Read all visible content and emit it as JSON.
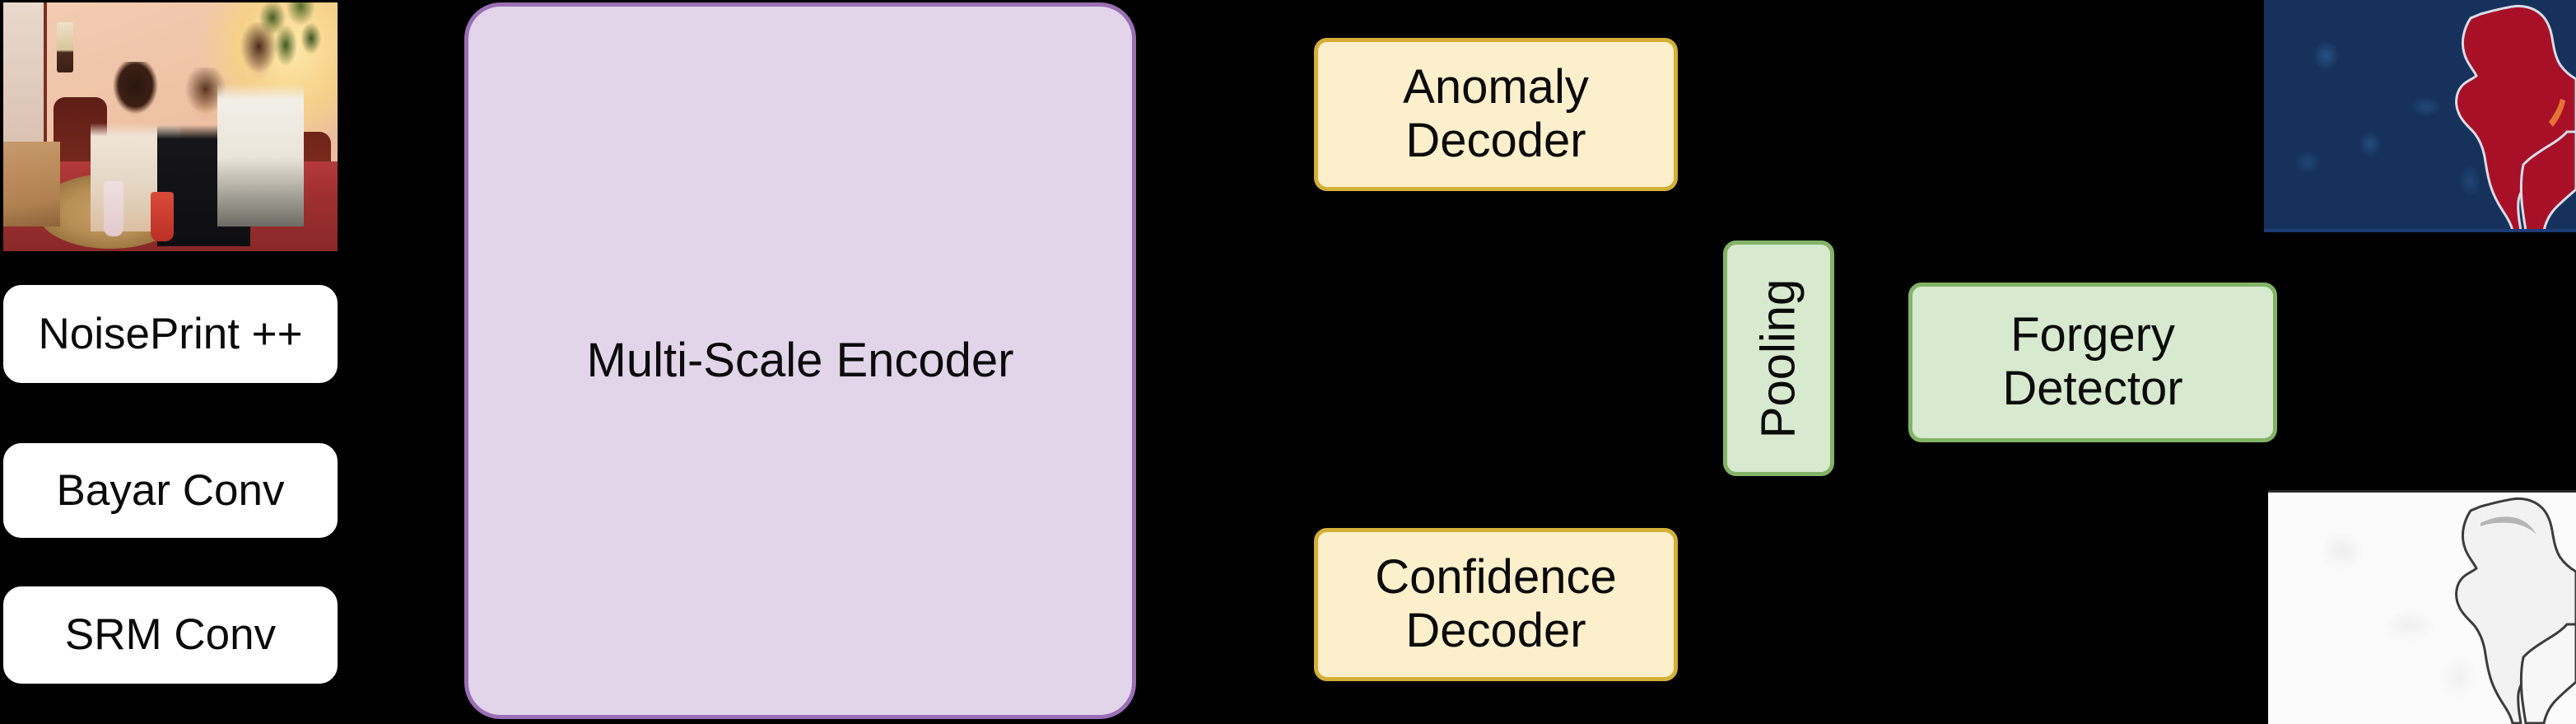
{
  "diagram": {
    "title": "Multi-Scale Encoder Forgery Detection Pipeline",
    "background_color": "#000000",
    "nodes": {
      "noiseprint": {
        "label": "NoisePrint ++",
        "fill": "#ffffff",
        "text_color": "#000000"
      },
      "bayar": {
        "label": "Bayar Conv",
        "fill": "#ffffff",
        "text_color": "#000000"
      },
      "srm": {
        "label": "SRM Conv",
        "fill": "#ffffff",
        "text_color": "#000000"
      },
      "encoder": {
        "label": "Multi-Scale Encoder",
        "fill": "#e2d5ea",
        "border": "#9a6fb5",
        "text_color": "#000000"
      },
      "anomaly_decoder": {
        "label": "Anomaly\nDecoder",
        "fill": "#fcefcb",
        "border": "#d4af37",
        "text_color": "#000000"
      },
      "confidence_decoder": {
        "label": "Confidence\nDecoder",
        "fill": "#fcefcb",
        "border": "#d4af37",
        "text_color": "#000000"
      },
      "pooling": {
        "label": "Pooling",
        "fill": "#d7e9ce",
        "border": "#82b366",
        "text_color": "#000000",
        "orientation": "vertical"
      },
      "forgery_detector": {
        "label": "Forgery\nDetector",
        "fill": "#d7e9ce",
        "border": "#82b366",
        "text_color": "#000000"
      }
    },
    "images": {
      "input_photo": {
        "name": "input-photograph",
        "description": "Three women seated at a dinner table"
      },
      "anomaly_map": {
        "name": "anomaly-heatmap",
        "background_color": "#16325c",
        "highlight_color": "#a81028",
        "description": "Jet colormap anomaly map with red spliced person region"
      },
      "confidence_map": {
        "name": "confidence-map",
        "background_color": "#fbfbfb",
        "highlight_color": "#8a8a8a",
        "description": "Grayscale confidence map with faint person silhouette"
      }
    }
  }
}
